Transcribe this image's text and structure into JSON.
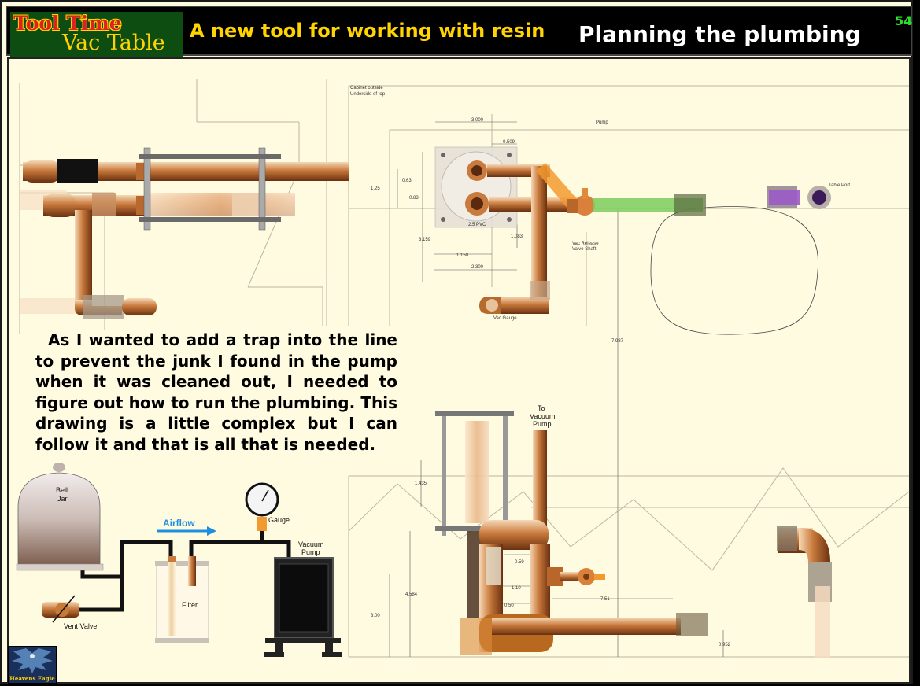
{
  "header": {
    "brand_line1": "Tool Time",
    "brand_line2": "Vac Table",
    "subtitle": "A new tool for working with resin",
    "section_title": "Planning the plumbing",
    "page_number": "54"
  },
  "caption": "As I wanted to add a trap into the line to prevent the junk I found in the pump when it was cleaned out, I needed to figure out how to run the plumbing.  This drawing is a little complex but I can follow it and that is all that is needed.",
  "top_view": {
    "cabinet_label_1": "Cabinet outside",
    "cabinet_label_2": "Underside of top",
    "pump_label": "Pump",
    "table_port_label": "Table Port",
    "pvc_label": "2.5 PVC",
    "vac_release_label_1": "Vac Release",
    "vac_release_label_2": "Valve Shaft",
    "vac_gauge_label": "Vac Gauge",
    "dim_3000": "3.000",
    "dim_0509": "0.509",
    "dim_063": "0.63",
    "dim_125": "1.25",
    "dim_083": "0.83",
    "dim_3159": "3.159",
    "dim_1083": "1.083",
    "dim_1150": "1.150",
    "dim_2300": "2.300",
    "dim_7987": "7.987"
  },
  "front_view": {
    "to_pump_1": "To",
    "to_pump_2": "Vacuum",
    "to_pump_3": "Pump",
    "dim_1435": "1.435",
    "dim_059": "0.59",
    "dim_110": "1.10",
    "dim_050": "0.50",
    "dim_751": "7.51",
    "dim_4584": "4.584",
    "dim_300": "3.00",
    "dim_0952": "0.952"
  },
  "schematic": {
    "bell_jar_1": "Bell",
    "bell_jar_2": "Jar",
    "airflow": "Airflow",
    "gauge": "Gauge",
    "vacuum_pump_1": "Vacuum",
    "vacuum_pump_2": "Pump",
    "filter": "Filter",
    "vent_valve": "Vent Valve"
  },
  "logo_text": "Heavens Eagle",
  "colors": {
    "background": "#fffbe0",
    "header_bg": "#000000",
    "brand_bg": "#0d4d12",
    "subtitle": "#ffd400",
    "page_number": "#2ddc2d",
    "copper": "#c87a3e",
    "airflow": "#1e8fe0"
  }
}
